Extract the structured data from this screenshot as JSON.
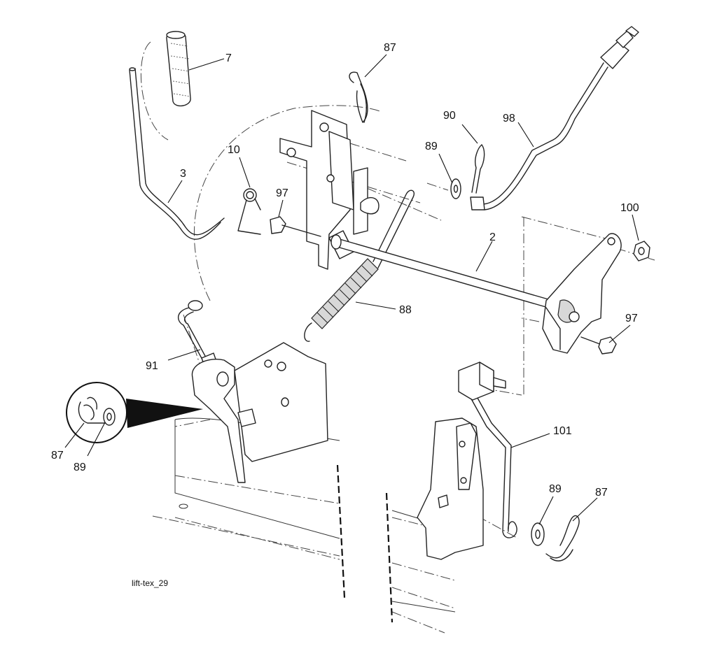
{
  "diagram": {
    "figure_code": "lift-tex_29",
    "callouts": {
      "c7": "7",
      "c87_top": "87",
      "c90": "90",
      "c98": "98",
      "c89_top": "89",
      "c10": "10",
      "c3": "3",
      "c97_left": "97",
      "c2": "2",
      "c100": "100",
      "c97_right": "97",
      "c88": "88",
      "c91": "91",
      "c87_detail": "87",
      "c89_detail": "89",
      "c101": "101",
      "c89_bottom": "89",
      "c87_bottom": "87"
    }
  }
}
